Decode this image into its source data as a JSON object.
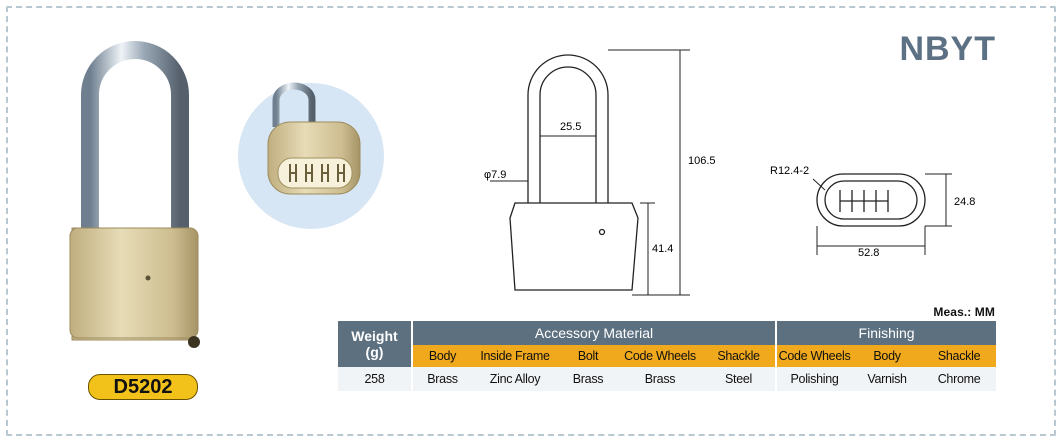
{
  "brand": "NBYT",
  "model": "D5202",
  "measurement_unit": "Meas.: MM",
  "drawing": {
    "shackle_inner_width": "25.5",
    "shackle_diameter": "φ7.9",
    "total_height": "106.5",
    "body_height": "41.4",
    "wheel_radius": "R12.4-2",
    "dial_height": "24.8",
    "dial_width": "52.8"
  },
  "table": {
    "weight_header": [
      "Weight",
      "(g)"
    ],
    "group_accessory": "Accessory Material",
    "group_finishing": "Finishing",
    "sub_headers": [
      "Body",
      "Inside Frame",
      "Bolt",
      "Code Wheels",
      "Shackle",
      "Code Wheels",
      "Body",
      "Shackle"
    ],
    "values": [
      "258",
      "Brass",
      "Zinc Alloy",
      "Brass",
      "Brass",
      "Steel",
      "Polishing",
      "Varnish",
      "Chrome"
    ]
  },
  "colors": {
    "header": "#5c7080",
    "subheader": "#f0a81c",
    "badge": "#f2c21a",
    "brand": "#5d7184"
  }
}
